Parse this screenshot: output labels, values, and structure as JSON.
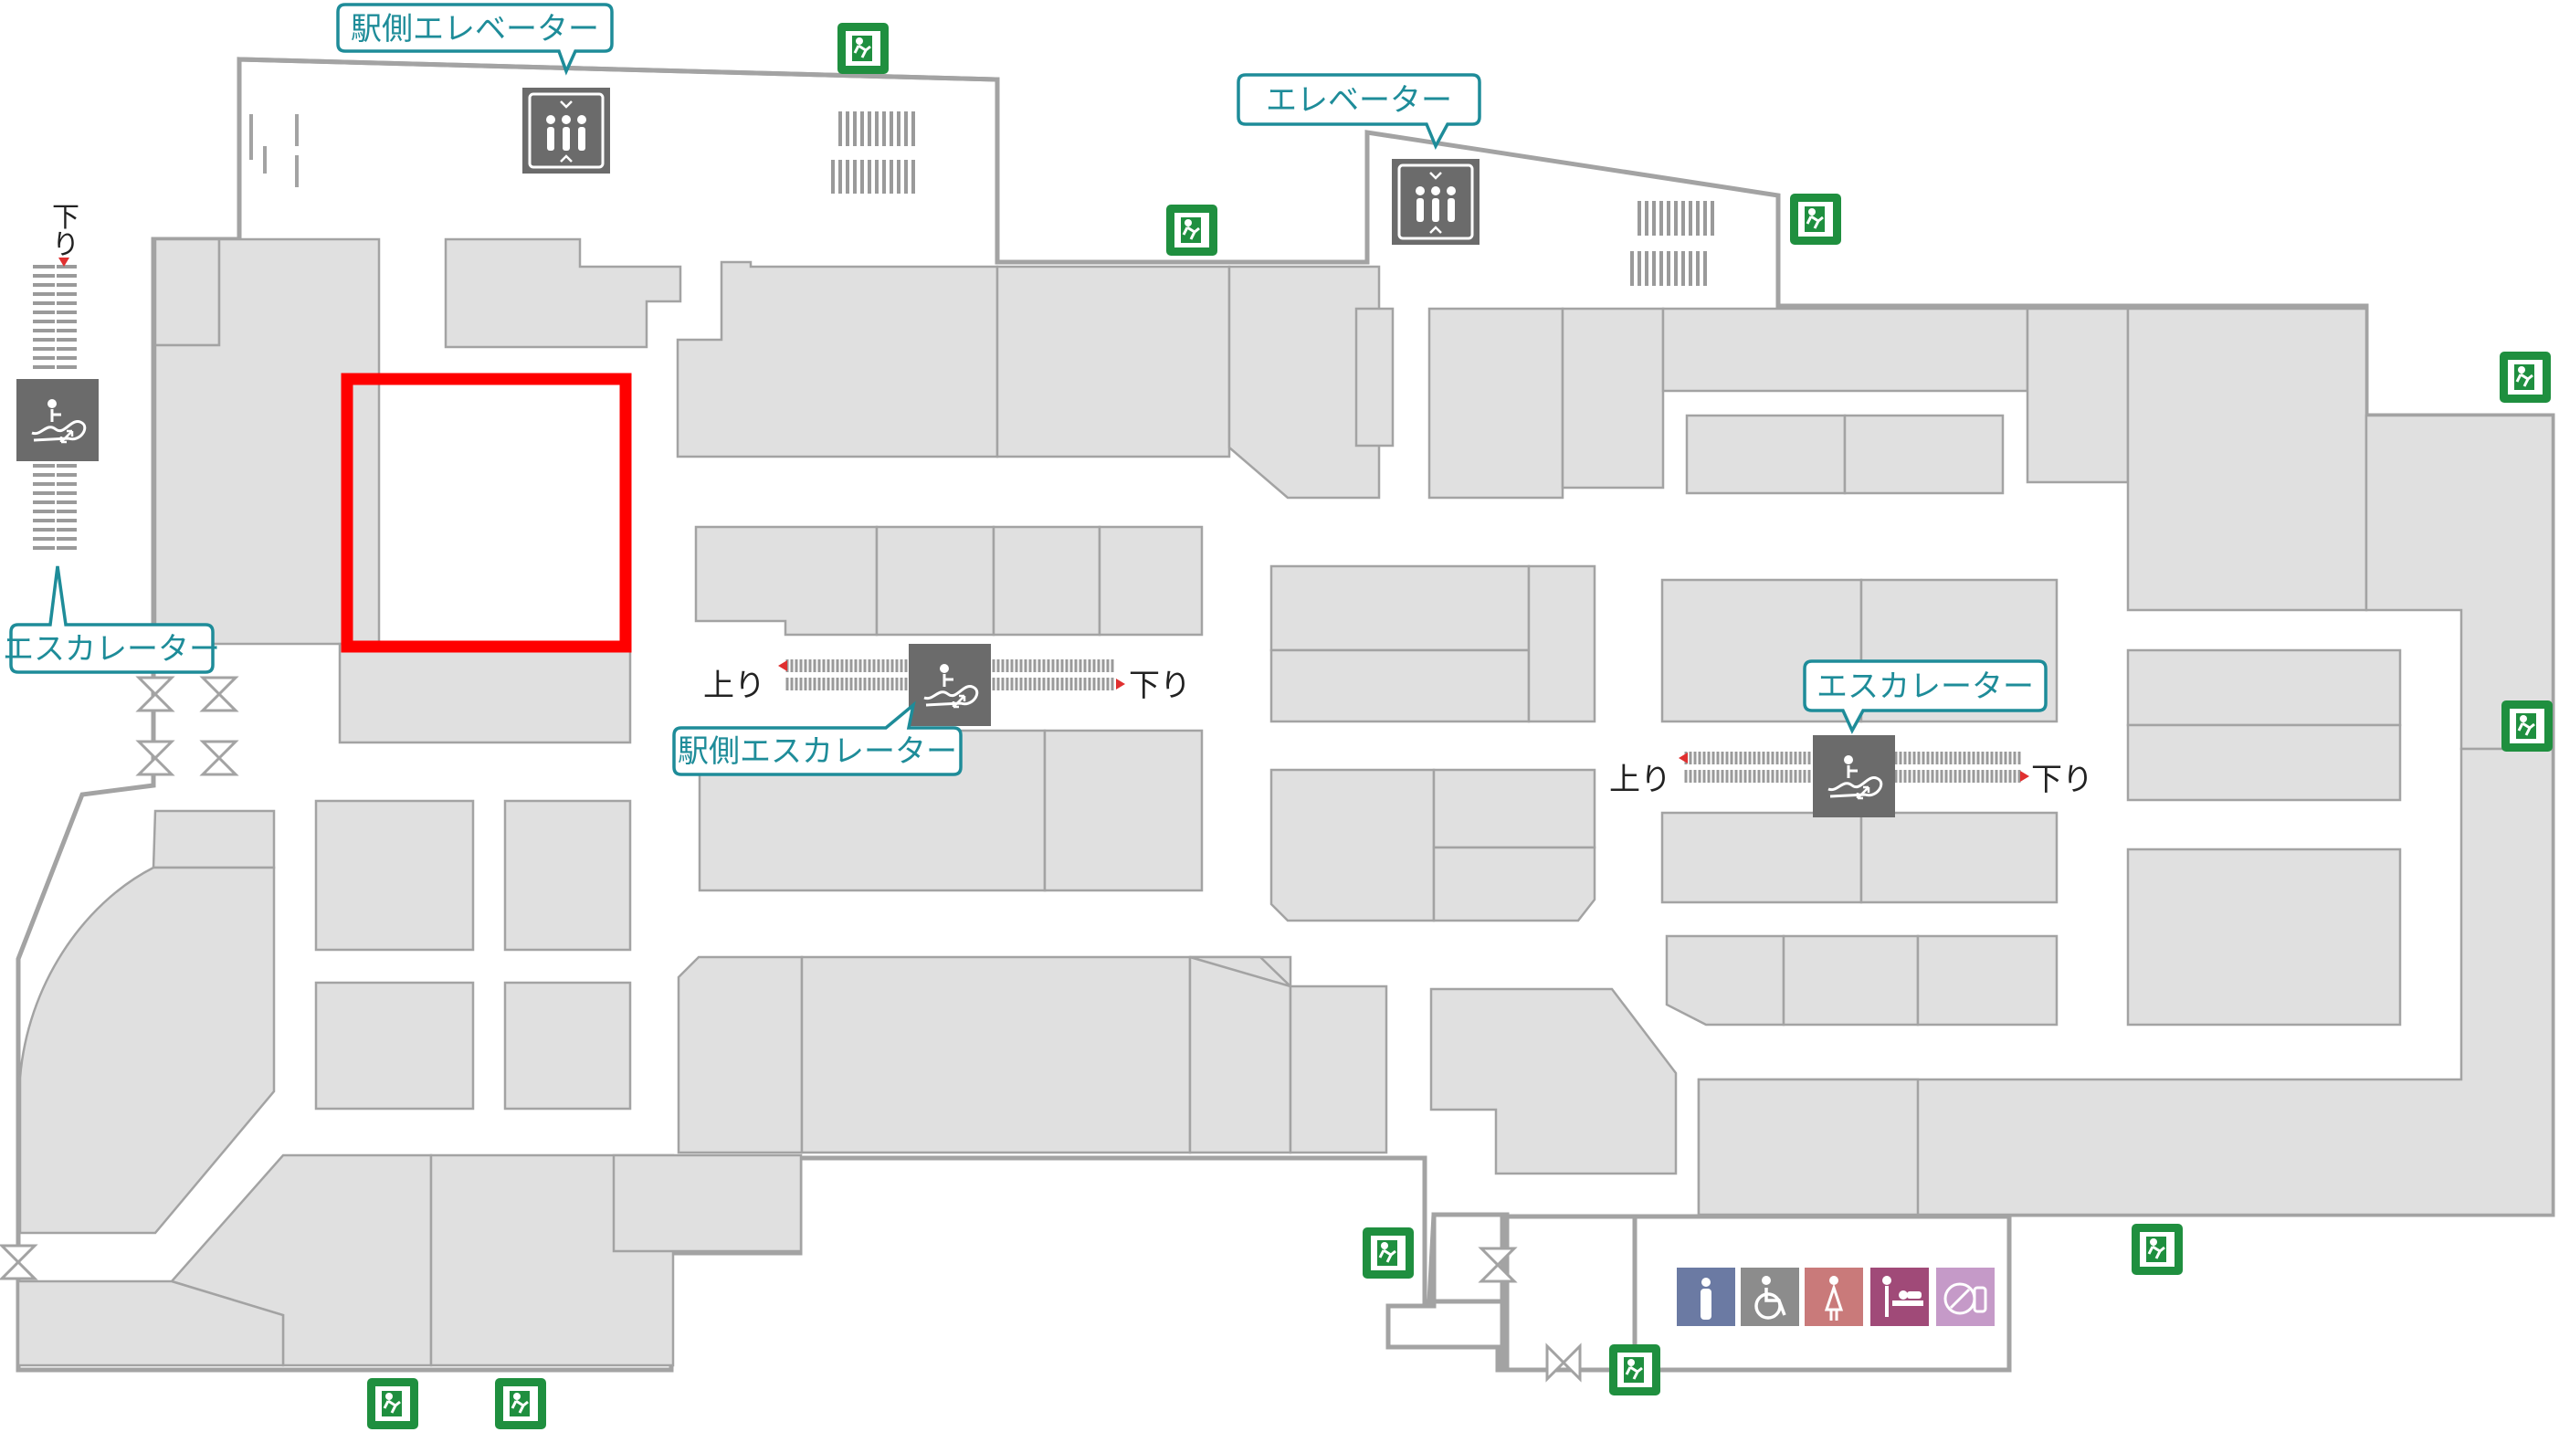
{
  "callouts": {
    "station_elevator": "駅側エレベーター",
    "elevator": "エレベーター",
    "escalator_left": "エスカレーター",
    "station_escalator": "駅側エスカレーター",
    "escalator_right": "エスカレーター"
  },
  "directions": {
    "up": "上り",
    "down": "下り",
    "down_vertical_1": "下",
    "down_vertical_2": "り"
  },
  "highlighted_area": "selected-shop",
  "icons": {
    "exit": "emergency-exit-icon",
    "elevator": "elevator-icon",
    "escalator": "escalator-icon",
    "restroom": "restroom-icon",
    "accessible_toilet": "accessible-toilet-icon",
    "womens_toilet": "womens-toilet-icon",
    "baby_care": "baby-changing-icon",
    "nursing_room": "nursing-room-icon"
  },
  "colors": {
    "shop_fill": "#e0e0e0",
    "outline": "#a3a3a3",
    "callout": "#1e8c99",
    "exit": "#1f8f3f",
    "icon_grey": "#6b6b6b",
    "highlight": "#ff0000",
    "restroom_blue": "#6b7aa3",
    "accessible_grey": "#8c8c8c",
    "women_rose": "#c97a7a",
    "baby_magenta": "#a04a78",
    "nursing_lilac": "#c59ac8"
  }
}
